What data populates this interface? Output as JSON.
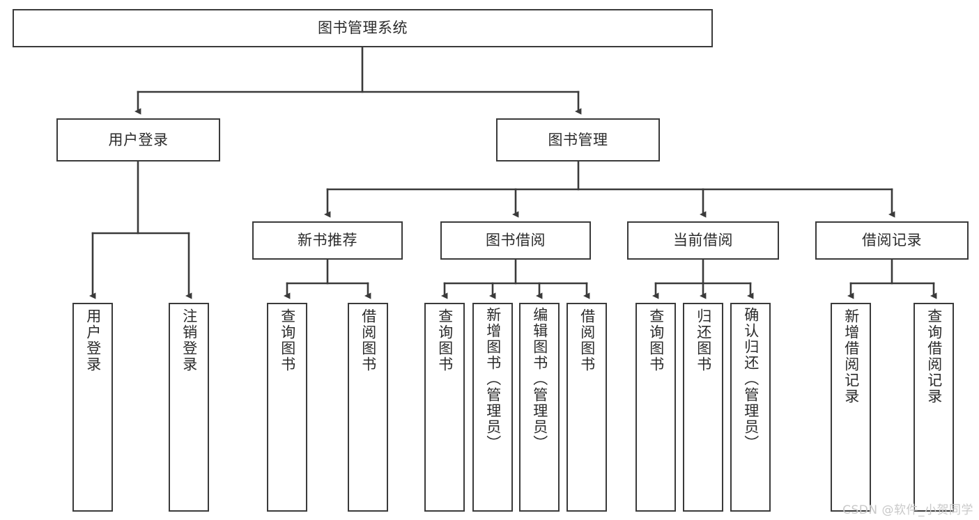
{
  "diagram": {
    "title": "图书管理系统",
    "type": "tree-hierarchy-chart",
    "stroke_color": "#3a3a3a",
    "text_color": "#2b2b2b",
    "background_color": "#ffffff"
  },
  "nodes": {
    "root": {
      "label": "图书管理系统"
    },
    "level2": [
      {
        "label": "用户登录"
      },
      {
        "label": "图书管理"
      }
    ],
    "level3": [
      {
        "label": "新书推荐"
      },
      {
        "label": "图书借阅"
      },
      {
        "label": "当前借阅"
      },
      {
        "label": "借阅记录"
      }
    ],
    "leaves": {
      "user_login": [
        {
          "label": "用户登录"
        },
        {
          "label": "注销登录"
        }
      ],
      "new_book_recommend": [
        {
          "label": "查询图书"
        },
        {
          "label": "借阅图书"
        }
      ],
      "book_borrow": [
        {
          "label": "查询图书"
        },
        {
          "label": "新增图书（管理员）"
        },
        {
          "label": "编辑图书（管理员）"
        },
        {
          "label": "借阅图书"
        }
      ],
      "current_borrow": [
        {
          "label": "查询图书"
        },
        {
          "label": "归还图书"
        },
        {
          "label": "确认归还（管理员）"
        }
      ],
      "borrow_record": [
        {
          "label": "新增借阅记录"
        },
        {
          "label": "查询借阅记录"
        }
      ]
    }
  },
  "watermark": {
    "text": "CSDN @软件_小贺同学"
  }
}
